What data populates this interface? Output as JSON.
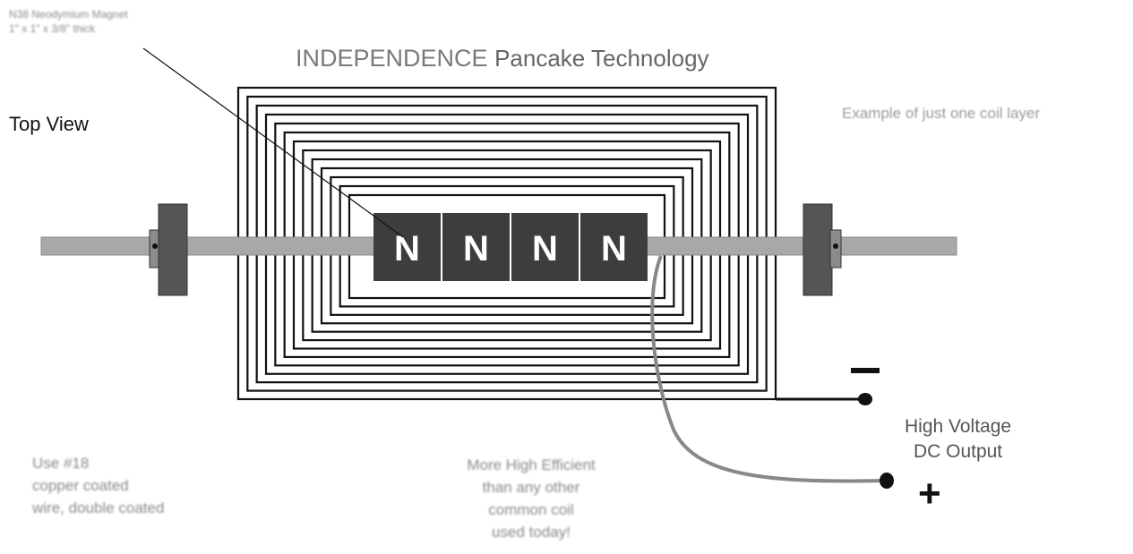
{
  "title_main": "INDEPENDENCE",
  "title_rest": "Pancake Technology",
  "top_view_label": "Top View",
  "example_note": "Example of just one coil layer",
  "magnet_note": [
    "N38 Neodymium Magnet",
    "1\" x 1\" x 3/8\" thick"
  ],
  "wire_note": [
    "Use #18",
    "copper coated",
    "wire, double coated"
  ],
  "efficiency_note": [
    "More High Efficient",
    "than any other",
    "common coil",
    "used today!"
  ],
  "output_label": [
    "High Voltage",
    "DC Output"
  ],
  "negative_symbol": "–",
  "positive_symbol": "+",
  "magnets": [
    "N",
    "N",
    "N",
    "N"
  ],
  "colors": {
    "coil": "#111111",
    "rod": "#a8a8a8",
    "magnet": "#3d3d3d",
    "bearing": "#555555",
    "lead_negative": "#111111",
    "lead_positive": "#888888"
  }
}
